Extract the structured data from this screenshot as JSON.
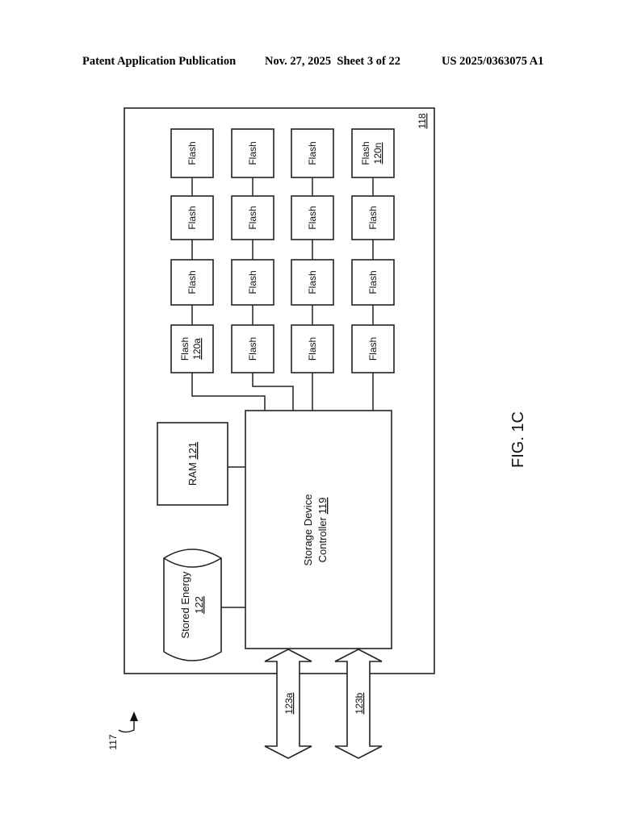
{
  "header": {
    "publication": "Patent Application Publication",
    "date_sheet": "Nov. 27, 2025  Sheet 3 of 22",
    "patent_number": "US 2025/0363075 A1"
  },
  "figure": {
    "label": "FIG. 1C",
    "system_ref": "117",
    "device_ref": "118",
    "controller": {
      "line1": "Storage Device",
      "line2": "Controller",
      "ref": "119"
    },
    "ram": {
      "label": "RAM",
      "ref": "121"
    },
    "stored_energy": {
      "label": "Stored Energy",
      "ref": "122"
    },
    "flash_label": "Flash",
    "flash_first_ref": "120a",
    "flash_last_ref": "120n",
    "bus_a": "123a",
    "bus_b": "123b"
  }
}
